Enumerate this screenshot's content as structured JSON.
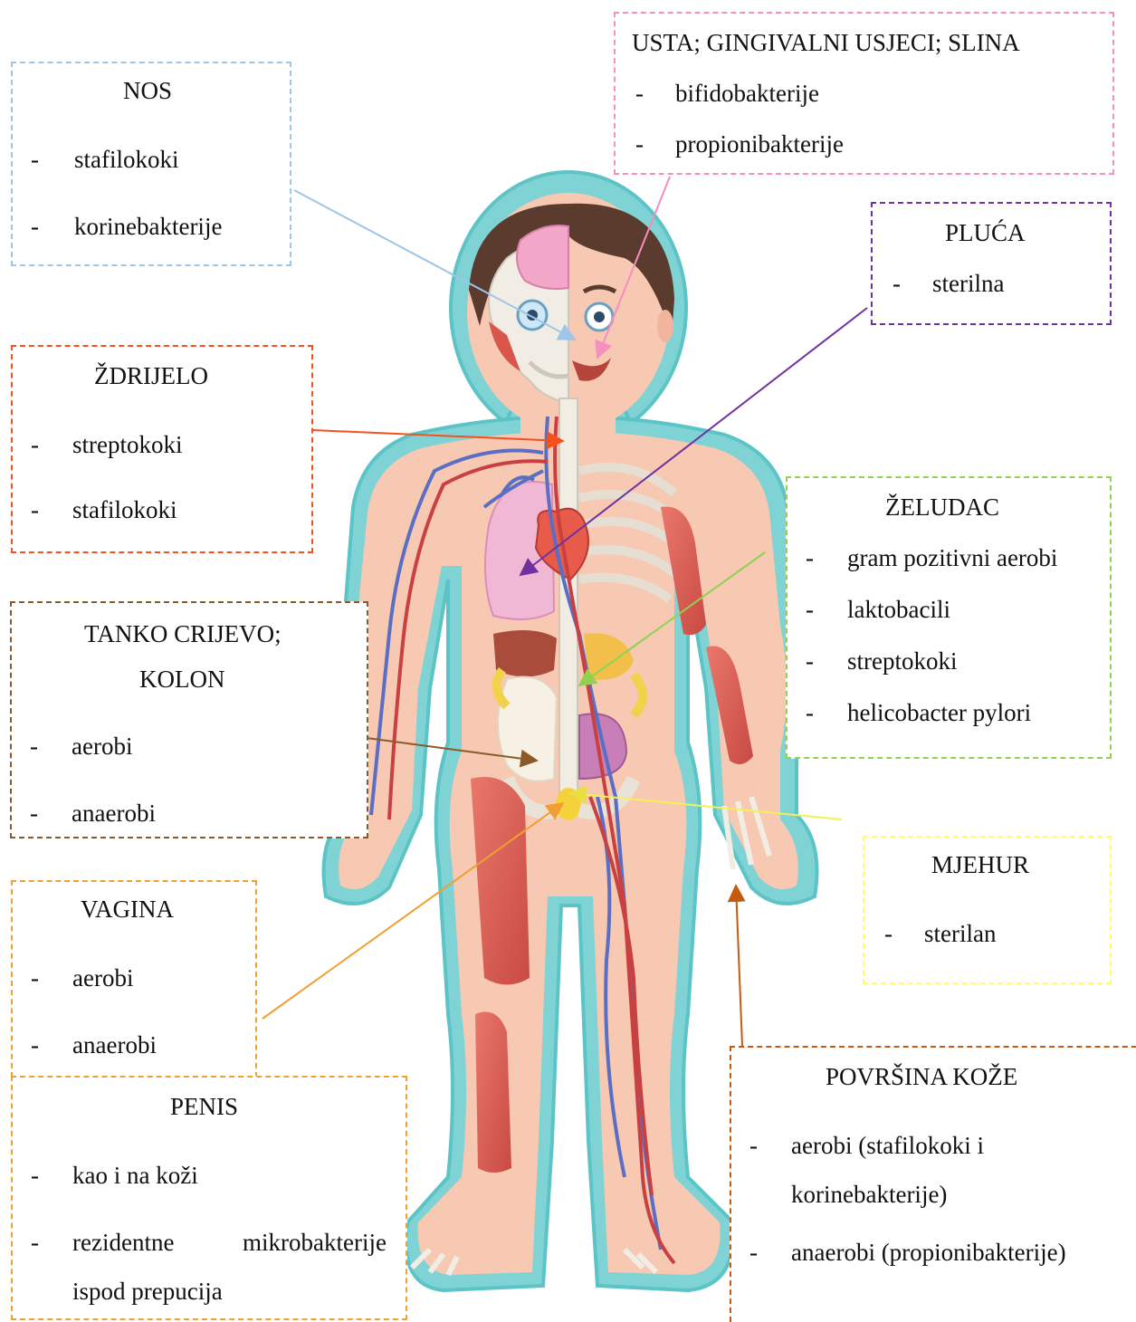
{
  "colors": {
    "nos": "#9fc5e8",
    "usta": "#f48fbf",
    "pluca": "#7030a0",
    "zdrijelo": "#f4511e",
    "zeludac": "#92d050",
    "crijevo": "#8b5a2b",
    "mjehur": "#ffff66",
    "vagina": "#f0a030",
    "penis": "#f0a030",
    "koza": "#c55a11"
  },
  "boxes": {
    "nos": {
      "title": "NOS",
      "items": [
        "stafilokoki",
        "korinebakterije"
      ]
    },
    "usta": {
      "title": "USTA; GINGIVALNI USJECI; SLINA",
      "items": [
        "bifidobakterije",
        "propionibakterije"
      ]
    },
    "pluca": {
      "title": "PLUĆA",
      "items": [
        "sterilna"
      ]
    },
    "zdrijelo": {
      "title": "ŽDRIJELO",
      "items": [
        "streptokoki",
        "stafilokoki"
      ]
    },
    "zeludac": {
      "title": "ŽELUDAC",
      "items": [
        "gram pozitivni aerobi",
        "laktobacili",
        "streptokoki",
        "helicobacter pylori"
      ]
    },
    "crijevo": {
      "title_line1": "TANKO CRIJEVO;",
      "title_line2": "KOLON",
      "items": [
        "aerobi",
        "anaerobi"
      ]
    },
    "mjehur": {
      "title": "MJEHUR",
      "items": [
        "sterilan"
      ]
    },
    "vagina": {
      "title": "VAGINA",
      "items": [
        "aerobi",
        "anaerobi"
      ]
    },
    "penis": {
      "title": "PENIS",
      "item1": "kao i na koži",
      "item2_w1": "rezidentne",
      "item2_w2": "mikrobakterije",
      "item2_line2": "ispod prepucija"
    },
    "koza": {
      "title": "POVRŠINA KOŽE",
      "item1_line1": "aerobi (stafilokoki i",
      "item1_line2": "korinebakterije)",
      "item2": "anaerobi (propionibakterije)"
    }
  },
  "dash": "-"
}
